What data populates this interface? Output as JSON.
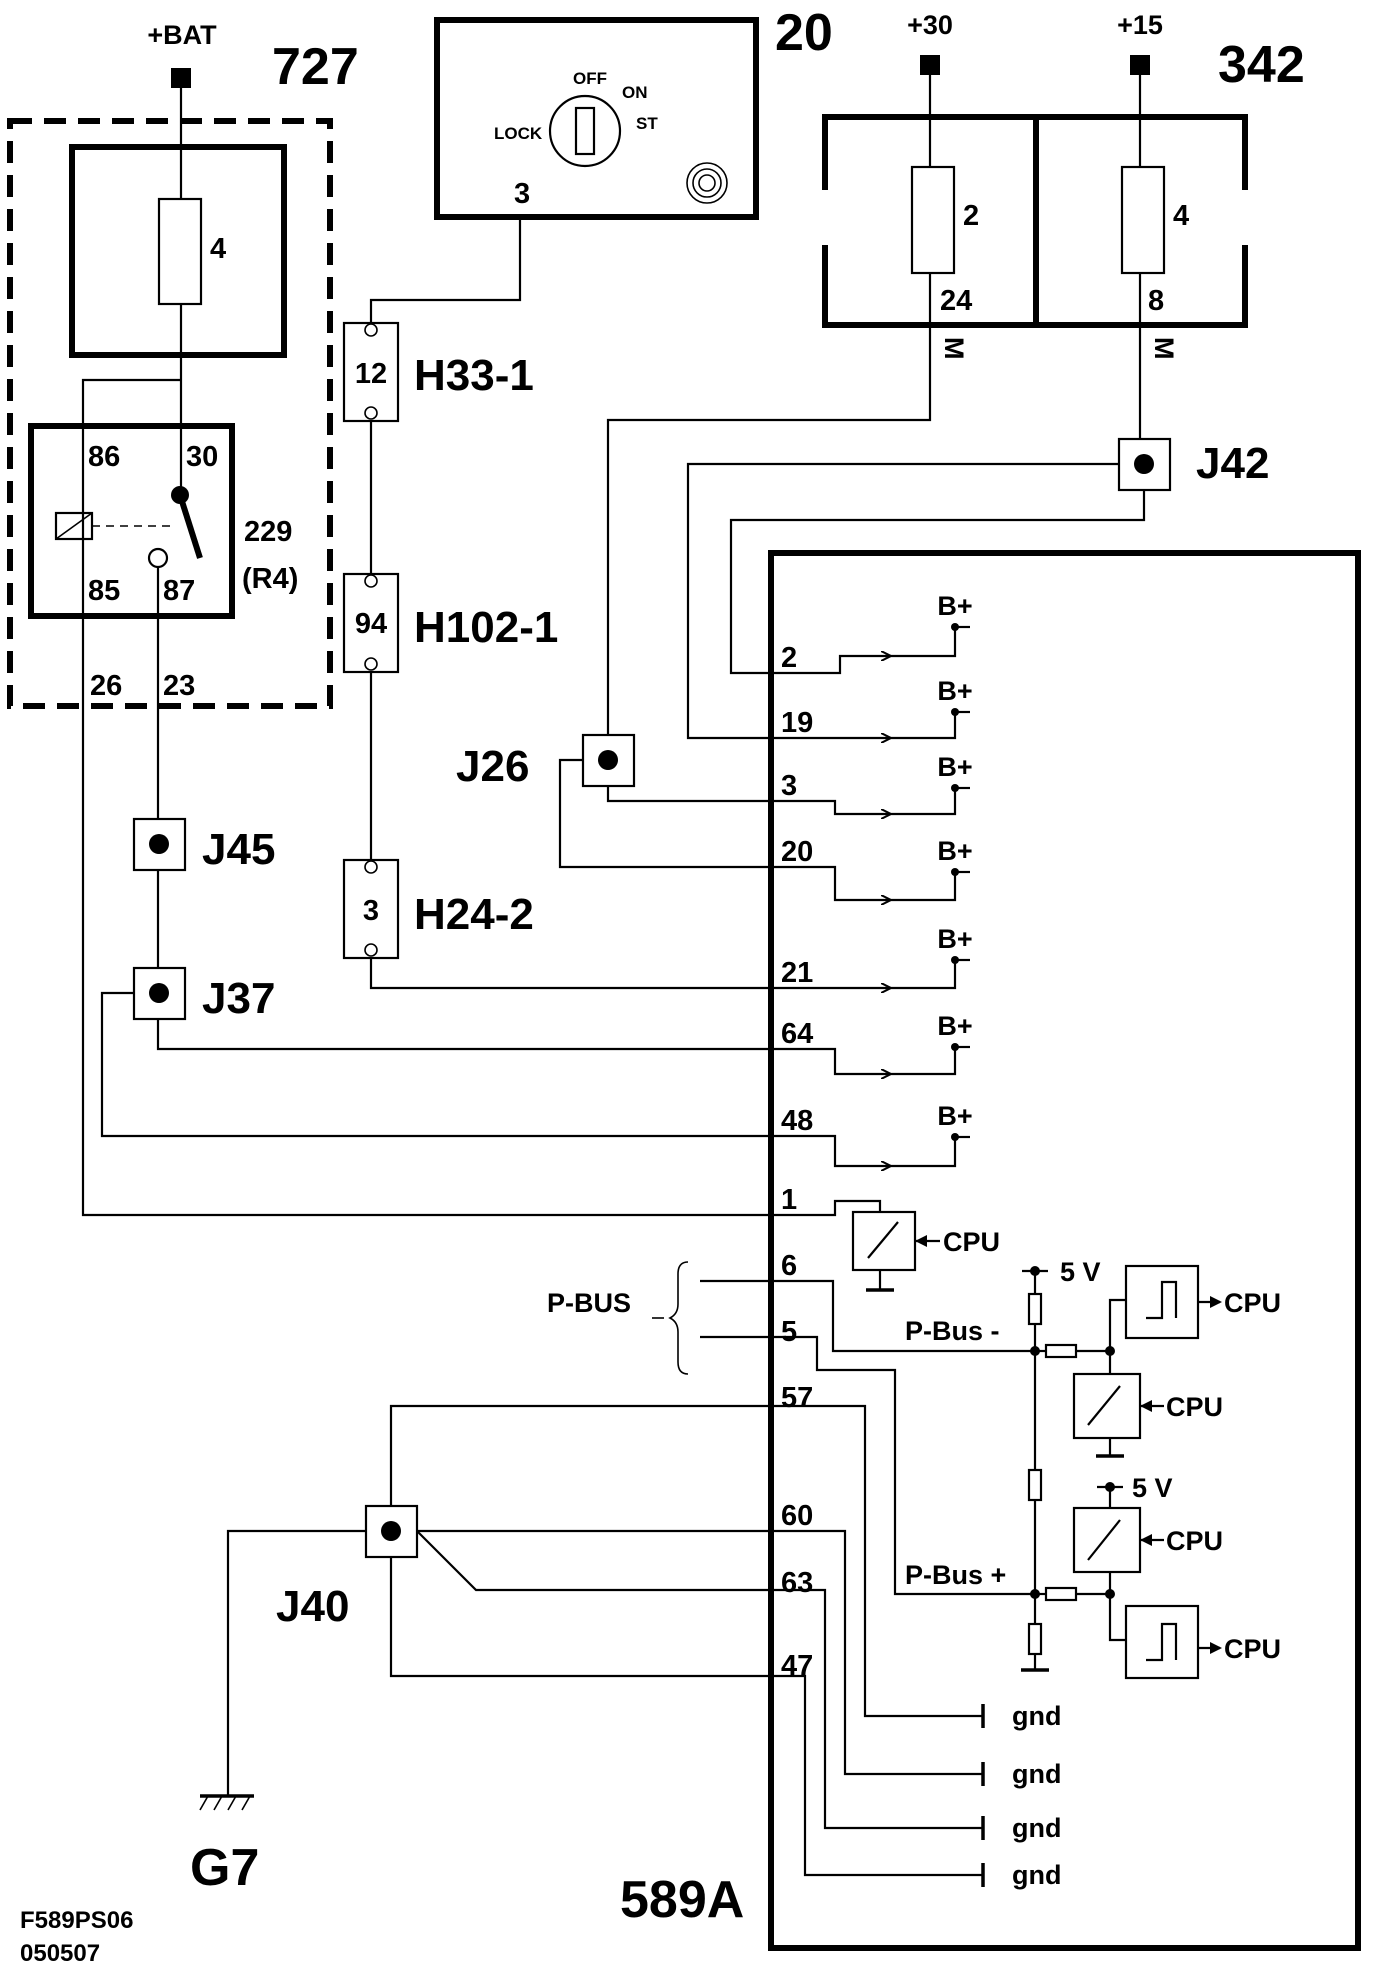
{
  "power": {
    "bat": "+BAT",
    "t30": "+30",
    "t15": "+15"
  },
  "modules": {
    "relay_box": "727",
    "ignition_switch": "20",
    "fuse_box": "342",
    "control_unit": "589A",
    "ground": "G7"
  },
  "fuses": {
    "relay_box_fuse": "4",
    "fuse_30": "2",
    "fuse_30_pin": "24",
    "fuse_15": "4",
    "fuse_15_pin": "8",
    "m_label": "M"
  },
  "ignition": {
    "pin": "3",
    "off": "OFF",
    "on": "ON",
    "st": "ST",
    "lock": "LOCK"
  },
  "relay": {
    "id": "229",
    "ref": "(R4)",
    "p86": "86",
    "p30": "30",
    "p85": "85",
    "p87": "87",
    "out1": "26",
    "out2": "23"
  },
  "connectors": {
    "h33": {
      "name": "H33-1",
      "pin": "12"
    },
    "h102": {
      "name": "H102-1",
      "pin": "94"
    },
    "h24": {
      "name": "H24-2",
      "pin": "3"
    }
  },
  "junctions": {
    "j42": "J42",
    "j26": "J26",
    "j45": "J45",
    "j37": "J37",
    "j40": "J40"
  },
  "ecu_pins": [
    "2",
    "19",
    "3",
    "20",
    "21",
    "64",
    "48",
    "1",
    "6",
    "5",
    "57",
    "60",
    "63",
    "47"
  ],
  "internal": {
    "bplus": "B+",
    "cpu": "CPU",
    "five_v": "5 V",
    "pbus_minus": "P-Bus -",
    "pbus_plus": "P-Bus +",
    "gnd": "gnd",
    "pbus_label": "P-BUS"
  },
  "footer": {
    "code": "F589PS06",
    "date": "050507"
  }
}
